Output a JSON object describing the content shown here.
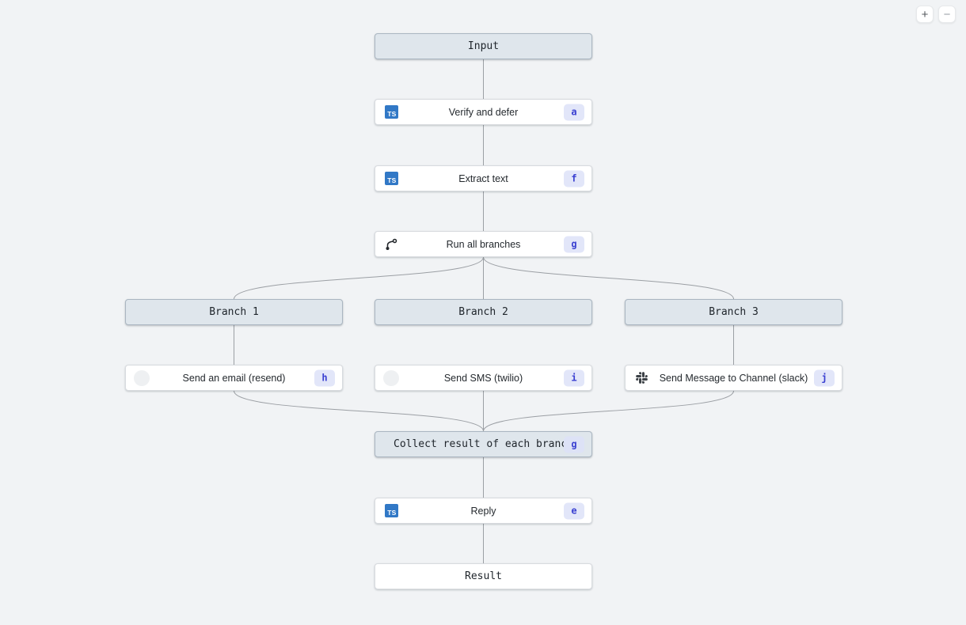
{
  "controls": {
    "zoom_in": "+",
    "zoom_out": "−"
  },
  "icons": {
    "ts_text": "TS"
  },
  "colors": {
    "background": "#f1f3f5",
    "header_node_bg": "#dfe6ec",
    "task_node_bg": "#ffffff",
    "node_border": "#aab6c1",
    "connector": "#9b9fa4",
    "badge_bg": "#e2e6f9",
    "badge_text": "#393fd1",
    "typescript_blue": "#3178c6"
  },
  "nodes": [
    {
      "label": "Input",
      "kind": "header"
    },
    {
      "label": "Verify and defer",
      "kind": "task",
      "icon": "typescript",
      "badge": "a"
    },
    {
      "label": "Extract text",
      "kind": "task",
      "icon": "typescript",
      "badge": "f"
    },
    {
      "label": "Run all branches",
      "kind": "task",
      "icon": "branch",
      "badge": "g"
    },
    {
      "label": "Branch 1",
      "kind": "header"
    },
    {
      "label": "Branch 2",
      "kind": "header"
    },
    {
      "label": "Branch 3",
      "kind": "header"
    },
    {
      "label": "Send an email (resend)",
      "kind": "task",
      "icon": "resend",
      "badge": "h"
    },
    {
      "label": "Send SMS (twilio)",
      "kind": "task",
      "icon": "twilio",
      "badge": "i"
    },
    {
      "label": "Send Message to Channel (slack)",
      "kind": "task",
      "icon": "slack",
      "badge": "j"
    },
    {
      "label": "Collect result of each branch",
      "kind": "header",
      "badge": "g"
    },
    {
      "label": "Reply",
      "kind": "task",
      "icon": "typescript",
      "badge": "e"
    },
    {
      "label": "Result",
      "kind": "result"
    }
  ]
}
